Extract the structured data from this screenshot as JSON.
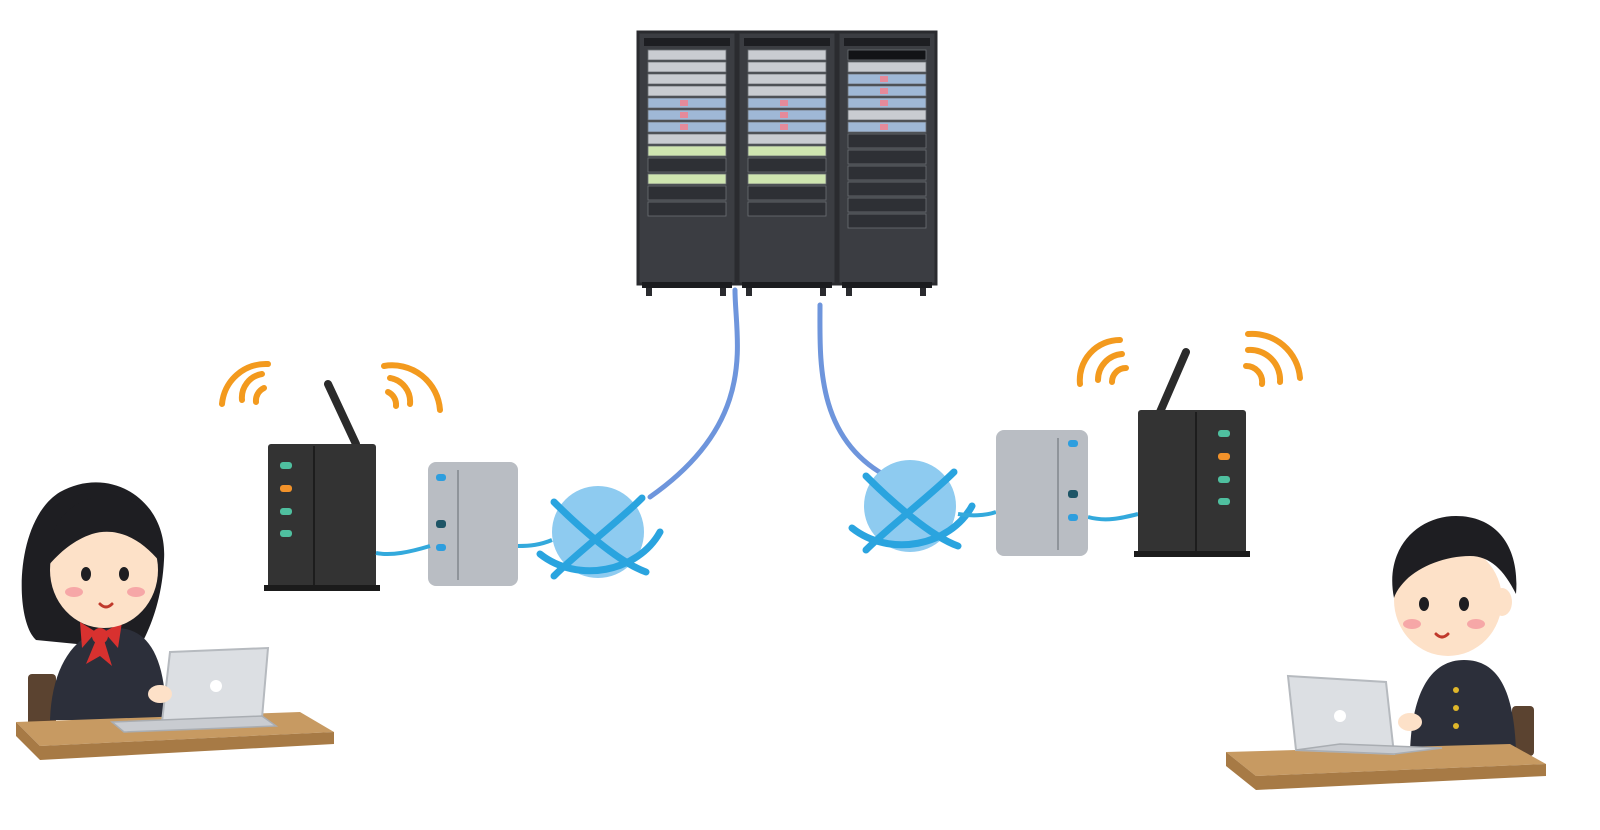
{
  "diagram": {
    "nodes": [
      {
        "id": "server-racks",
        "kind": "server-rack",
        "count": 3
      },
      {
        "id": "router-left",
        "kind": "wireless-router"
      },
      {
        "id": "modem-left",
        "kind": "modem"
      },
      {
        "id": "internet-left",
        "kind": "globe-icon"
      },
      {
        "id": "router-right",
        "kind": "wireless-router"
      },
      {
        "id": "modem-right",
        "kind": "modem"
      },
      {
        "id": "internet-right",
        "kind": "globe-icon"
      },
      {
        "id": "student-girl",
        "kind": "student-with-laptop"
      },
      {
        "id": "student-boy",
        "kind": "student-with-laptop"
      }
    ],
    "connections": [
      {
        "from": "server-racks",
        "to": "internet-left"
      },
      {
        "from": "server-racks",
        "to": "internet-right"
      },
      {
        "from": "router-left",
        "to": "modem-left"
      },
      {
        "from": "modem-left",
        "to": "internet-left"
      },
      {
        "from": "router-right",
        "to": "modem-right"
      },
      {
        "from": "modem-right",
        "to": "internet-right"
      }
    ]
  },
  "colors": {
    "rack_body": "#3b3d42",
    "rack_frame": "#2a2b2f",
    "server_silver": "#c9ccd1",
    "server_blue": "#9fb8d6",
    "server_green": "#cfe5b0",
    "cable_server": "#6e95dc",
    "cable_device": "#33a9dc",
    "router_body": "#333333",
    "modem_body": "#b9bdc3",
    "wifi_wave": "#f39a1e",
    "globe": "#8ecbf0",
    "globe_ring": "#2aa4df",
    "led_green": "#4fbf9f",
    "led_orange": "#f2922a",
    "led_blue": "#2e9ede",
    "desk_top": "#c79a62",
    "desk_edge": "#a77a45",
    "laptop": "#dcdfe3",
    "skin": "#fde1c8",
    "hair": "#1e1e22",
    "uniform": "#2c2f3a",
    "ribbon": "#d8312f"
  }
}
